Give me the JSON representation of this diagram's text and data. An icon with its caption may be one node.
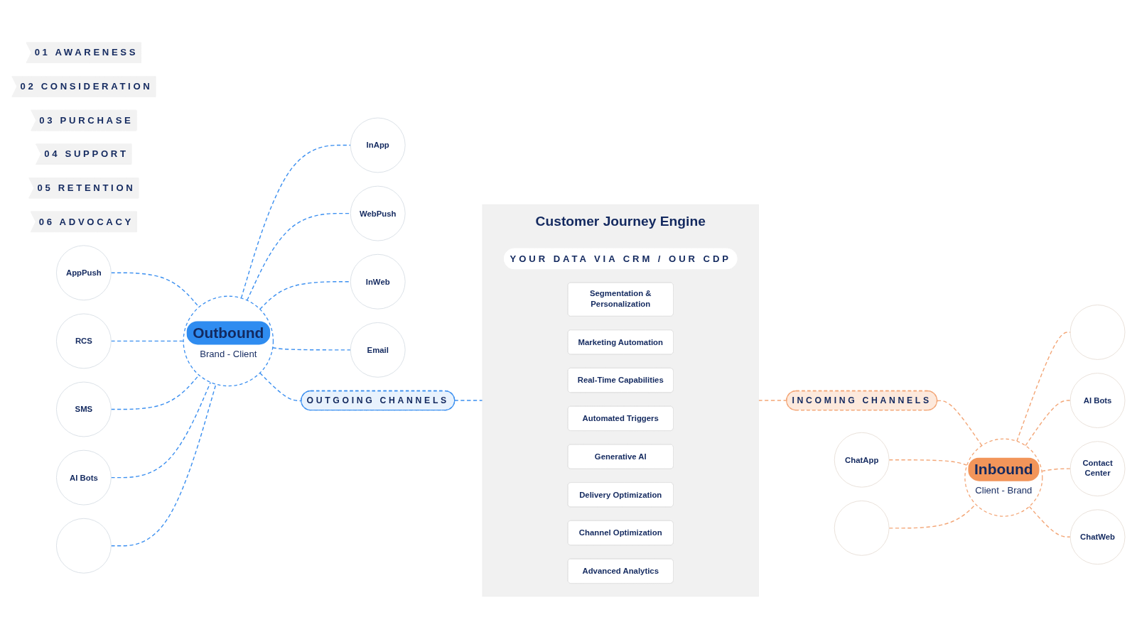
{
  "diagram": {
    "nodes": [
      {
        "text": [
          "01",
          "AWARENESS"
        ]
      },
      {
        "text": [
          "02",
          "CONSIDERATION"
        ]
      },
      {
        "text": [
          "03",
          "PURCHASE"
        ]
      },
      {
        "text": [
          "04",
          "SUPPORT"
        ]
      },
      {
        "text": [
          "05",
          "RETENTION"
        ]
      },
      {
        "text": [
          "06",
          "ADVOCACY"
        ]
      },
      {
        "text": [
          "Outbound",
          "Brand - Client"
        ]
      },
      {
        "text": [
          "AppPush"
        ]
      },
      {
        "text": [
          "InApp"
        ]
      },
      {
        "text": [
          "WebPush"
        ]
      },
      {
        "text": [
          "InWeb"
        ]
      },
      {
        "text": [
          "Email"
        ]
      },
      {
        "text": [
          "RCS"
        ]
      },
      {
        "text": [
          "SMS"
        ]
      },
      {
        "text": [
          "AI Bots"
        ]
      },
      {
        "text": [],
        "shape": "circle"
      },
      {
        "text": [
          "OUTGOING CHANNELS"
        ]
      },
      {
        "text": [
          "Customer Journey Engine"
        ]
      },
      {
        "text": [
          "YOUR DATA VIA CRM / OUR CDP"
        ],
        "in": 17
      },
      {
        "text": [
          "Segmentation & Personalization"
        ],
        "in": 17
      },
      {
        "text": [
          "Marketing Automation"
        ],
        "in": 17
      },
      {
        "text": [
          "Real-Time Capabilities"
        ],
        "in": 17
      },
      {
        "text": [
          "Automated Triggers"
        ],
        "in": 17
      },
      {
        "text": [
          "Generative AI"
        ],
        "in": 17
      },
      {
        "text": [
          "Delivery Optimization"
        ],
        "in": 17
      },
      {
        "text": [
          "Channel Optimization"
        ],
        "in": 17
      },
      {
        "text": [
          "Advanced Analytics"
        ],
        "in": 17
      },
      {
        "text": [
          "INCOMING CHANNELS"
        ]
      },
      {
        "text": [
          "Inbound",
          "Client - Brand"
        ]
      },
      {
        "text": [],
        "shape": "circle"
      },
      {
        "text": [
          "AI Bots"
        ]
      },
      {
        "text": [
          "Contact Center"
        ]
      },
      {
        "text": [
          "ChatWeb"
        ]
      },
      {
        "text": [
          "ChatApp"
        ]
      },
      {
        "text": [],
        "shape": "circle"
      }
    ],
    "edges": [
      {
        "from": 7,
        "to": 6,
        "arrow": "none",
        "style": "dashed"
      },
      {
        "from": 6,
        "to": 8,
        "arrow": "none",
        "style": "dashed"
      },
      {
        "from": 6,
        "to": 9,
        "arrow": "none",
        "style": "dashed"
      },
      {
        "from": 6,
        "to": 10,
        "arrow": "none",
        "style": "dashed"
      },
      {
        "from": 6,
        "to": 11,
        "arrow": "none",
        "style": "dashed"
      },
      {
        "from": 12,
        "to": 6,
        "arrow": "none",
        "style": "dashed"
      },
      {
        "from": 13,
        "to": 6,
        "arrow": "none",
        "style": "dashed"
      },
      {
        "from": 14,
        "to": 6,
        "arrow": "none",
        "style": "dashed"
      },
      {
        "from": 15,
        "to": 6,
        "arrow": "none",
        "style": "dashed"
      },
      {
        "from": 6,
        "to": 16,
        "arrow": "none",
        "style": "dashed"
      },
      {
        "from": 16,
        "to": 17,
        "arrow": "none",
        "style": "dashed"
      },
      {
        "from": 17,
        "to": 27,
        "arrow": "none",
        "style": "dashed",
        "color": "#f3a677"
      },
      {
        "from": 27,
        "to": 28,
        "arrow": "none",
        "style": "dashed",
        "color": "#f3a677"
      },
      {
        "from": 28,
        "to": 29,
        "arrow": "none",
        "style": "dashed",
        "color": "#f3a677"
      },
      {
        "from": 28,
        "to": 30,
        "arrow": "none",
        "style": "dashed",
        "color": "#f3a677"
      },
      {
        "from": 28,
        "to": 31,
        "arrow": "none",
        "style": "dashed",
        "color": "#f3a677"
      },
      {
        "from": 28,
        "to": 32,
        "arrow": "none",
        "style": "dashed",
        "color": "#f3a677"
      },
      {
        "from": 33,
        "to": 28,
        "arrow": "none",
        "style": "dashed",
        "color": "#f3a677"
      },
      {
        "from": 34,
        "to": 28,
        "arrow": "none",
        "style": "dashed",
        "color": "#f3a677"
      }
    ]
  }
}
